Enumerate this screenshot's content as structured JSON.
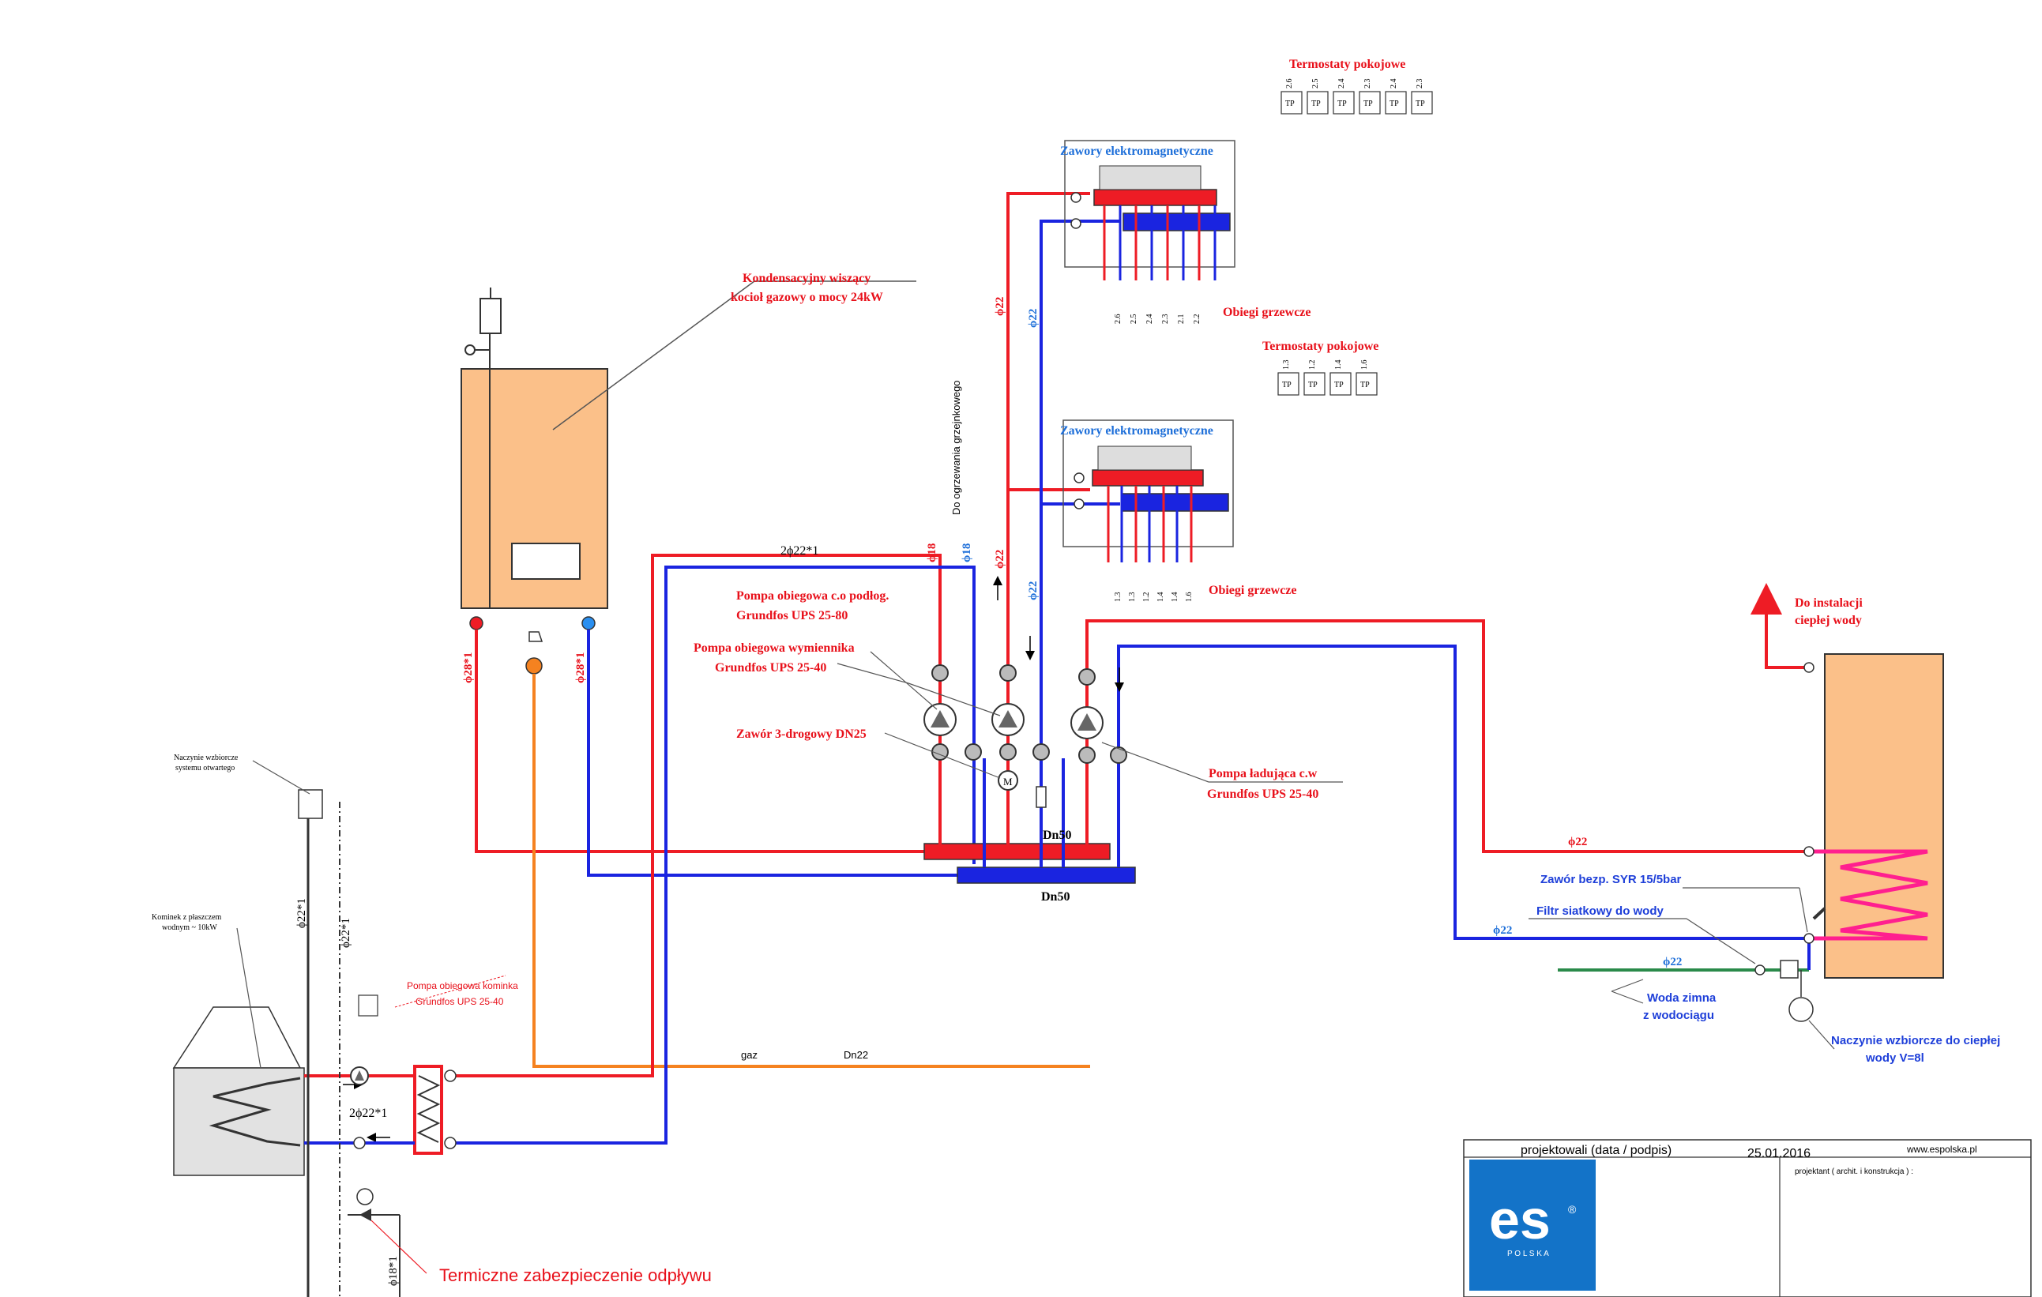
{
  "colors": {
    "supply": "#ee1c25",
    "return": "#1a24e0",
    "gas": "#f58220",
    "cold": "#2a8a4a",
    "boiler": "#fbc089",
    "coil": "#ff1f8f",
    "logo": "#1373c8",
    "unitBlue": "#1e6fd9"
  },
  "boiler": {
    "label_line1": "Kondensacyjny wiszący",
    "label_line2": "kocioł gazowy o mocy 24kW"
  },
  "manifold_top": {
    "thermostats_title": "Termostaty pokojowe",
    "thermostat_labels": [
      "2.6",
      "2.5",
      "2.4",
      "2.3",
      "2.4",
      "2.3"
    ],
    "tp": "TP",
    "valves_title": "Zawory elektromagnetyczne",
    "circuits_label": "Obiegi grzewcze",
    "circuit_labels": [
      "2.6",
      "2.5",
      "2.4",
      "2.3",
      "2.1",
      "2.2"
    ]
  },
  "manifold_bottom": {
    "thermostats_title": "Termostaty pokojowe",
    "thermostat_labels": [
      "1.3",
      "1.2",
      "1.4",
      "1.6"
    ],
    "tp": "TP",
    "valves_title": "Zawory elektromagnetyczne",
    "circuits_label": "Obiegi grzewcze",
    "circuit_labels": [
      "1.3",
      "1.3",
      "1.2",
      "1.4",
      "1.4",
      "1.6"
    ]
  },
  "pipes": {
    "phi28_left": "ϕ28*1",
    "phi28_right": "ϕ28*1",
    "phi22_top": "2ϕ22*1",
    "phi18_a": "ϕ18",
    "phi18_b": "ϕ18",
    "phi22_mid1": "ϕ22",
    "phi22_mid2": "ϕ22",
    "phi22_up_red": "ϕ22",
    "phi22_up_blue": "ϕ22",
    "heating_note": "Do ogrzewania grzejnkowego",
    "gas": "gaz",
    "dn22": "Dn22",
    "dn50_a": "Dn50",
    "dn50_b": "Dn50",
    "phi22_hot": "ϕ22",
    "phi22_ret": "ϕ22",
    "phi22_cold": "ϕ22",
    "fire_v1": "ϕ22*1",
    "fire_v2": "ϕ22*1",
    "fire_h": "2ϕ22*1",
    "fire_drain": "ϕ18*1"
  },
  "pumps": {
    "floor_pump_l1": "Pompa obiegowa c.o podłog.",
    "floor_pump_l2": "Grundfos UPS 25-80",
    "hx_pump_l1": "Pompa obiegowa wymiennika",
    "hx_pump_l2": "Grundfos UPS 25-40",
    "valve3": "Zawór 3-drogowy DN25",
    "dhw_pump_l1": "Pompa ładująca c.w",
    "dhw_pump_l2": "Grundfos UPS 25-40",
    "fireplace_pump_l1": "Pompa obiegowa kominka",
    "fireplace_pump_l2": "Grundfos UPS 25-40"
  },
  "fireplace": {
    "vessel_l1": "Naczynie wzbiorcze",
    "vessel_l2": "systemu otwartego",
    "label_l1": "Kominek z płaszczem",
    "label_l2": "wodnym ~ 10kW",
    "thermal": "Termiczne zabezpieczenie odpływu"
  },
  "tank": {
    "hot_l1": "Do instalacji",
    "hot_l2": "ciepłej wody",
    "safety": "Zawór bezp. SYR 15/5bar",
    "filter": "Filtr siatkowy do wody",
    "cold_l1": "Woda zimna",
    "cold_l2": "z wodociągu",
    "vessel_l1": "Naczynie wzbiorcze do ciepłej",
    "vessel_l2": "wody  V=8l"
  },
  "title_block": {
    "designed": "projektowali (data / podpis)",
    "date": "25.01.2016",
    "website": "www.espolska.pl",
    "designer": "projektant ( archit. i konstrukcja ) :",
    "logo_text": "es",
    "logo_reg": "®",
    "logo_sub": "P O L S K A"
  }
}
